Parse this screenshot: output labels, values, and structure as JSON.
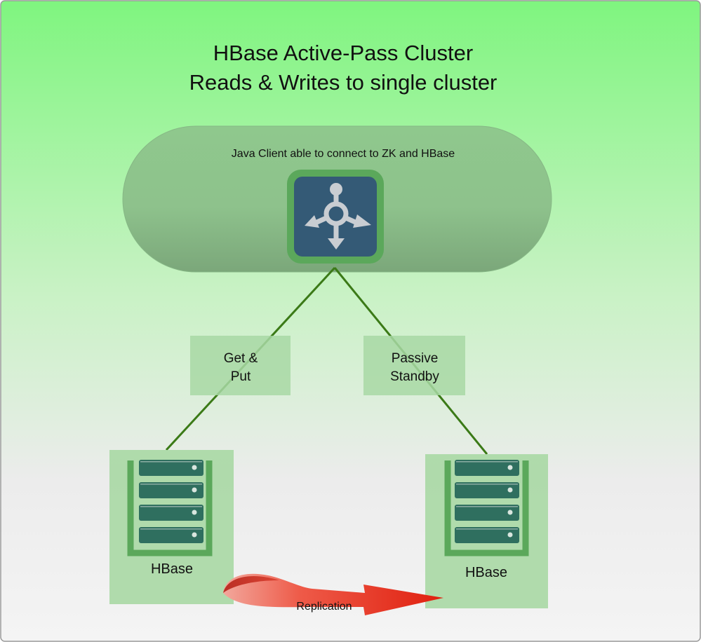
{
  "title": {
    "line1": "HBase Active-Pass Cluster",
    "line2": "Reads & Writes to single cluster"
  },
  "client": {
    "label": "Java Client able to connect to ZK and HBase",
    "icon": "router-arrows-icon"
  },
  "connections": {
    "active_label_line1": "Get &",
    "active_label_line2": "Put",
    "passive_label_line1": "Passive",
    "passive_label_line2": "Standby"
  },
  "clusters": {
    "left_label": "HBase",
    "right_label": "HBase",
    "icon": "server-rack-icon"
  },
  "replication": {
    "label": "Replication"
  },
  "colors": {
    "background_top": "#7ff57f",
    "background_bottom": "#f2f2f2",
    "connector_line": "#3b7a17",
    "icon_tile": "#345a76",
    "icon_border": "#5ba85b",
    "server_unit": "#2f6f5f",
    "replication_arrow": "#e83020"
  }
}
